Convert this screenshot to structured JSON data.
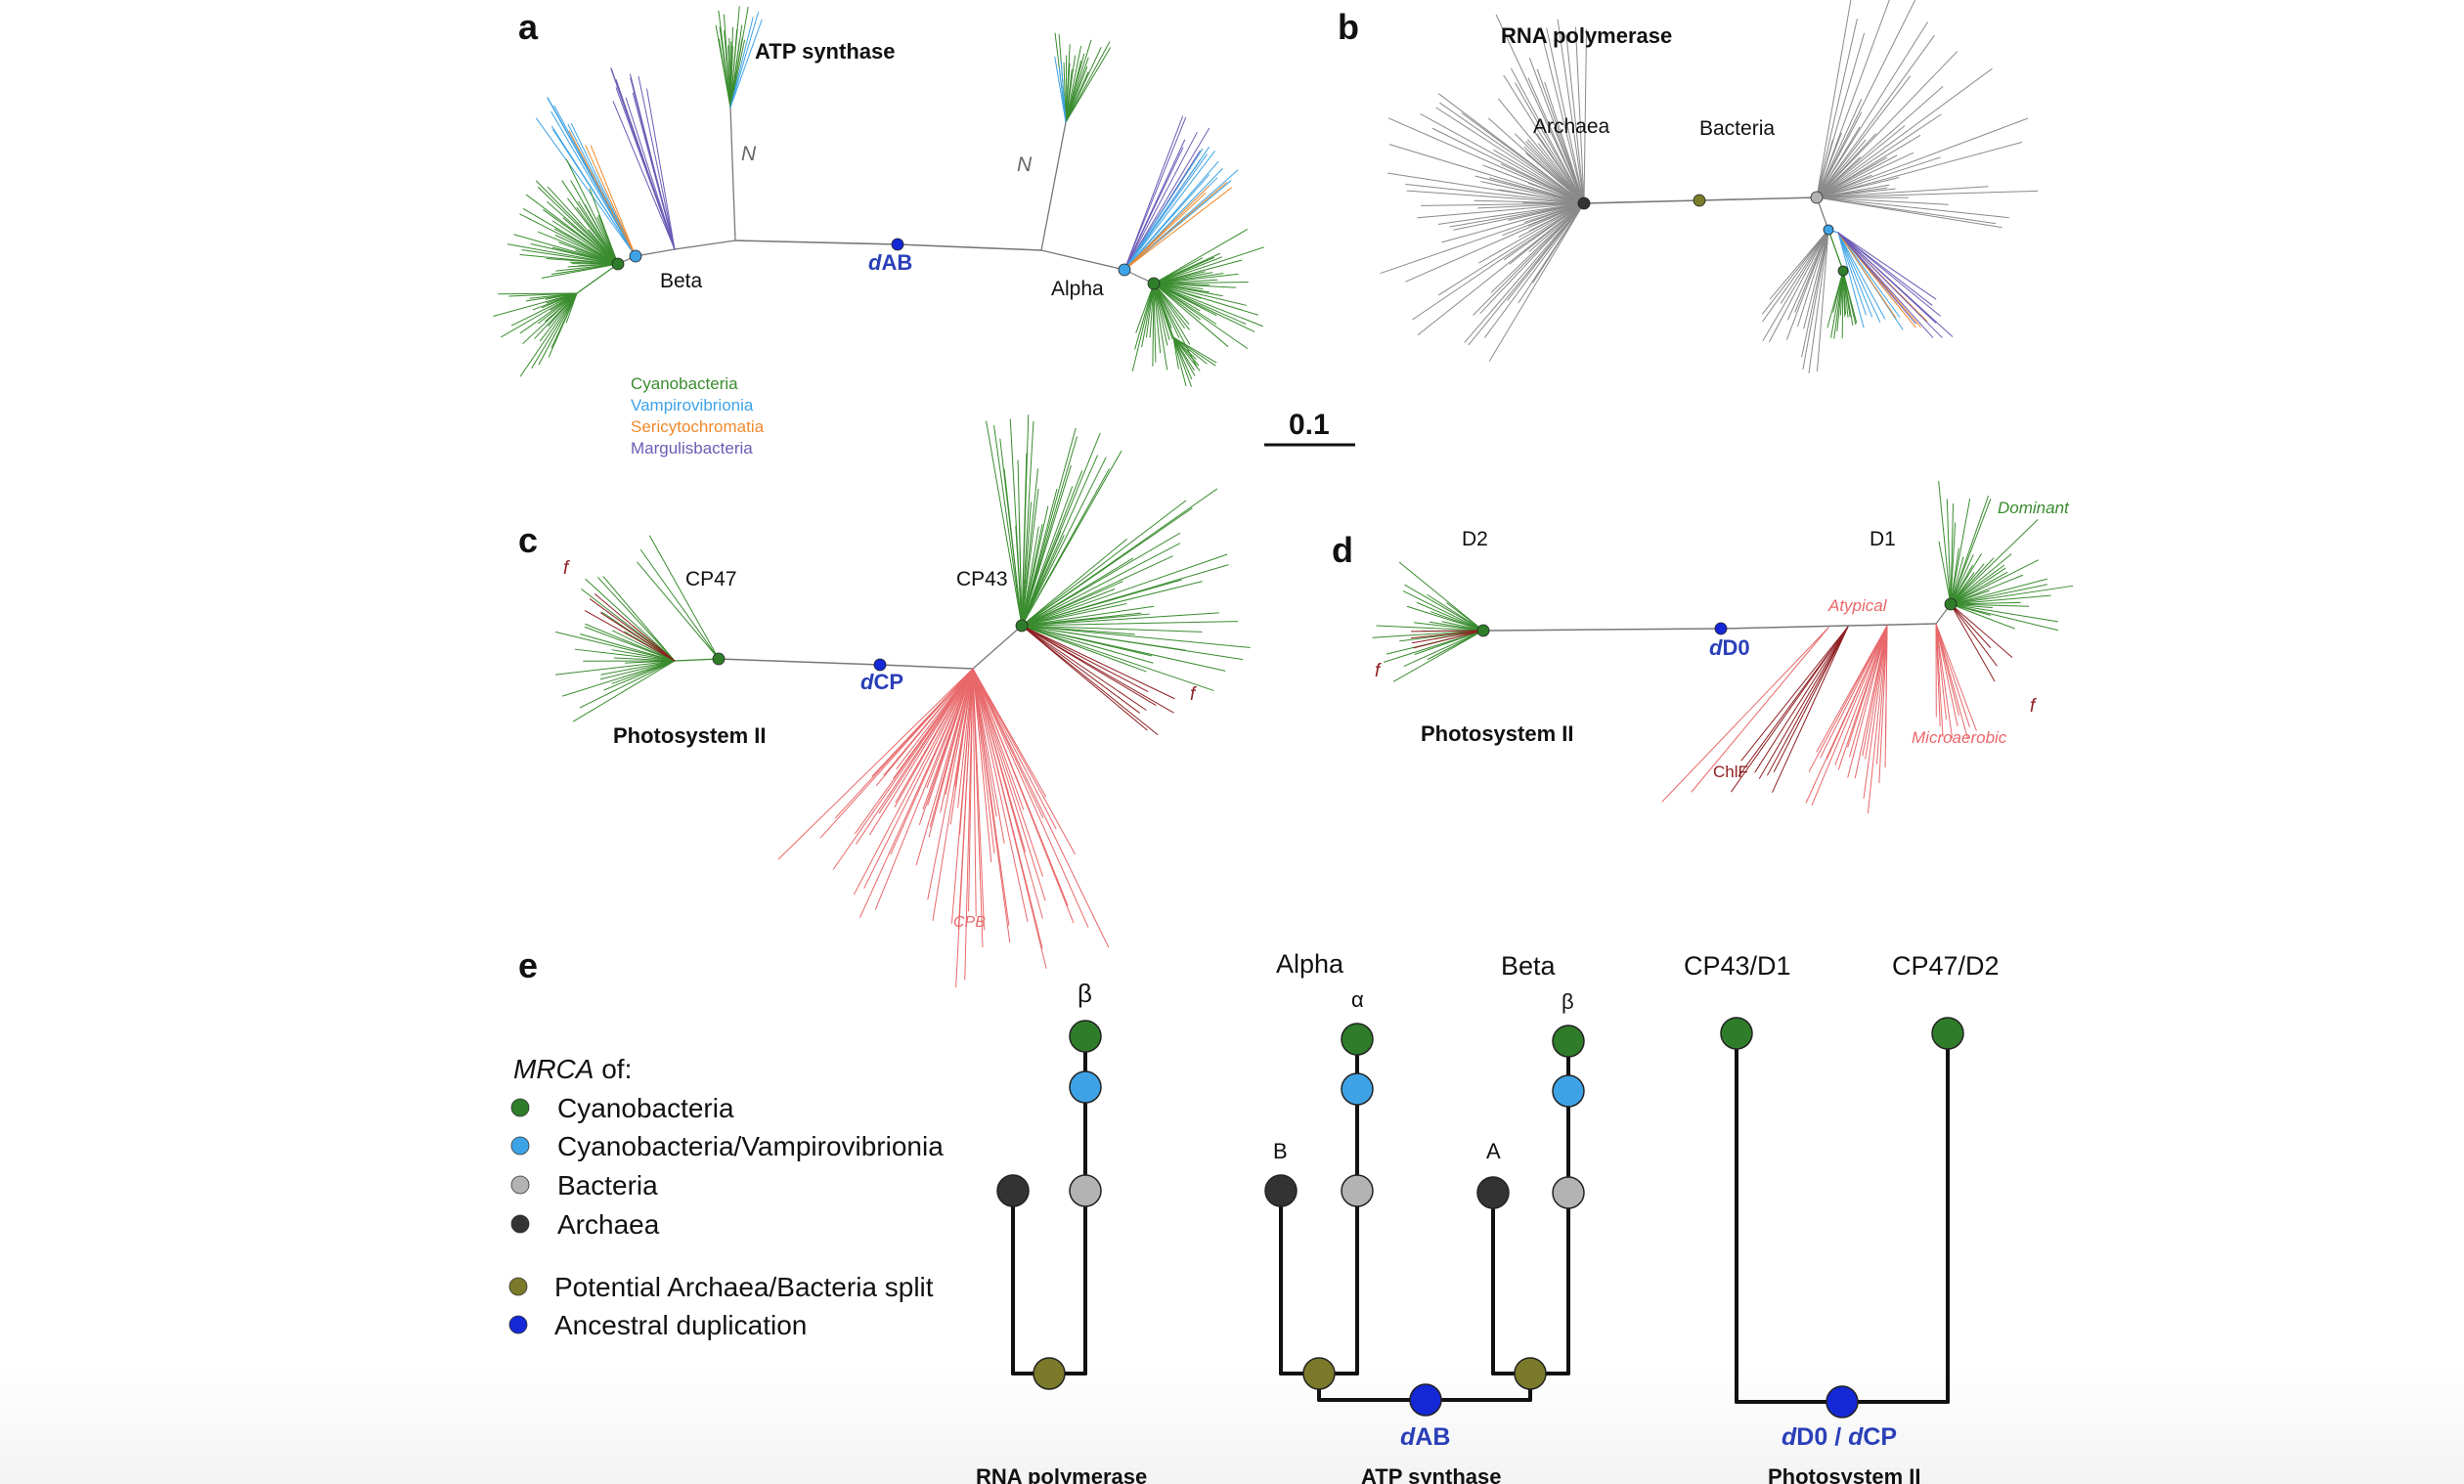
{
  "panels": {
    "a": {
      "letter": "a",
      "title": "ATP synthase",
      "beta": "Beta",
      "alpha": "Alpha",
      "n_left": "N",
      "n_right": "N",
      "node": "AB",
      "node_prefix": "d"
    },
    "b": {
      "letter": "b",
      "title": "RNA polymerase",
      "archaea": "Archaea",
      "bacteria": "Bacteria"
    },
    "c": {
      "letter": "c",
      "title": "Photosystem II",
      "cp47": "CP47",
      "cp43": "CP43",
      "f_left": "f",
      "f_right": "f",
      "cpb": "CPB",
      "node": "CP",
      "node_prefix": "d"
    },
    "d": {
      "letter": "d",
      "title": "Photosystem II",
      "d2": "D2",
      "d1": "D1",
      "dominant": "Dominant",
      "atypical": "Atypical",
      "microaerobic": "Microaerobic",
      "chlf": "ChlF",
      "f_left": "f",
      "f_right": "f",
      "node": "D0",
      "node_prefix": "d"
    },
    "e": {
      "letter": "e"
    }
  },
  "legend_top": {
    "items": [
      {
        "label": "Cyanobacteria",
        "color": "#3a8c2f"
      },
      {
        "label": "Vampirovibrionia",
        "color": "#3ea3e6"
      },
      {
        "label": "Sericytochromatia",
        "color": "#f08a2e"
      },
      {
        "label": "Margulisbacteria",
        "color": "#6b5bb5"
      }
    ]
  },
  "scale_bar": {
    "label": "0.1"
  },
  "legend_mrca": {
    "title_italic": "MRCA",
    "title_rest": " of:",
    "items": [
      {
        "label": "Cyanobacteria",
        "color": "#2f7d2a"
      },
      {
        "label": "Cyanobacteria/Vampirovibrionia",
        "color": "#3ea3e6"
      },
      {
        "label": "Bacteria",
        "color": "#b3b3b3"
      },
      {
        "label": "Archaea",
        "color": "#333333"
      },
      {
        "label": "Potential Archaea/Bacteria split",
        "color": "#7a7a2a"
      },
      {
        "label": "Ancestral duplication",
        "color": "#1428d6"
      }
    ]
  },
  "schematic": {
    "rna": {
      "title": "RNA polymerase",
      "beta": "β"
    },
    "atp": {
      "title": "ATP synthase",
      "alpha": "Alpha",
      "beta": "Beta",
      "alpha_sym": "α",
      "beta_sym": "β",
      "b": "B",
      "a": "A",
      "node": "AB",
      "node_prefix": "d"
    },
    "ps": {
      "title": "Photosystem II",
      "cp43d1": "CP43/D1",
      "cp47d2": "CP47/D2",
      "node_a": "D0",
      "node_b": "CP",
      "sep": " / ",
      "prefix": "d"
    }
  },
  "colors": {
    "cyano": "#3a8c2f",
    "vampiro": "#3ea3e6",
    "serico": "#f08a2e",
    "margulis": "#6b5bb5",
    "gray": "#8a8a8a",
    "red": "#e8686b",
    "darkred": "#8e1f22",
    "blue": "#1428d6",
    "olive": "#7a7a2a"
  }
}
